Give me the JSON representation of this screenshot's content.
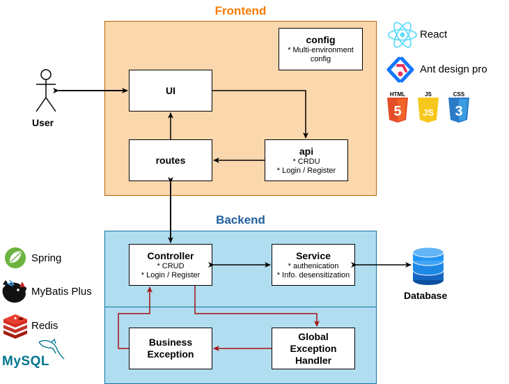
{
  "frontend": {
    "title": "Frontend",
    "config": {
      "title": "config",
      "lines": [
        "* Multi-environment",
        "config"
      ]
    },
    "ui": {
      "title": "UI"
    },
    "routes": {
      "title": "routes"
    },
    "api": {
      "title": "api",
      "lines": [
        "* CRDU",
        "* Login / Register"
      ]
    }
  },
  "backend": {
    "title": "Backend",
    "controller": {
      "title": "Controller",
      "lines": [
        "* CRUD",
        "* Login / Register"
      ]
    },
    "service": {
      "title": "Service",
      "lines": [
        "* authenication",
        "* Info. desensitization"
      ]
    },
    "business_exception": {
      "title_lines": [
        "Business",
        "Exception"
      ]
    },
    "global_handler": {
      "title_lines": [
        "Global",
        "Exception",
        "Handler"
      ]
    }
  },
  "user": {
    "label": "User"
  },
  "database": {
    "label": "Database"
  },
  "frontend_tech": [
    {
      "label": "React",
      "icon": "react-icon"
    },
    {
      "label": "Ant design pro",
      "icon": "ant-design-icon"
    }
  ],
  "web_badges": [
    {
      "label": "HTML",
      "number": "5",
      "color": "#e44d26",
      "icon": "html5-icon"
    },
    {
      "label": "JS",
      "number": "JS",
      "color": "#f7c81c",
      "icon": "js-icon"
    },
    {
      "label": "CSS",
      "number": "3",
      "color": "#2b7bc9",
      "icon": "css3-icon"
    }
  ],
  "backend_tech": [
    {
      "label": "Spring",
      "icon": "spring-icon"
    },
    {
      "label": "MyBatis Plus",
      "icon": "mybatis-icon"
    },
    {
      "label": "Redis",
      "icon": "redis-icon"
    },
    {
      "label": "MySQL",
      "icon": "mysql-icon"
    }
  ],
  "colors": {
    "frontend_fill": "#fad7ac",
    "frontend_title": "#f57c00",
    "backend_fill": "#b1ddf0",
    "backend_title": "#1f5f9e",
    "error_arrow": "#a50f0f"
  }
}
